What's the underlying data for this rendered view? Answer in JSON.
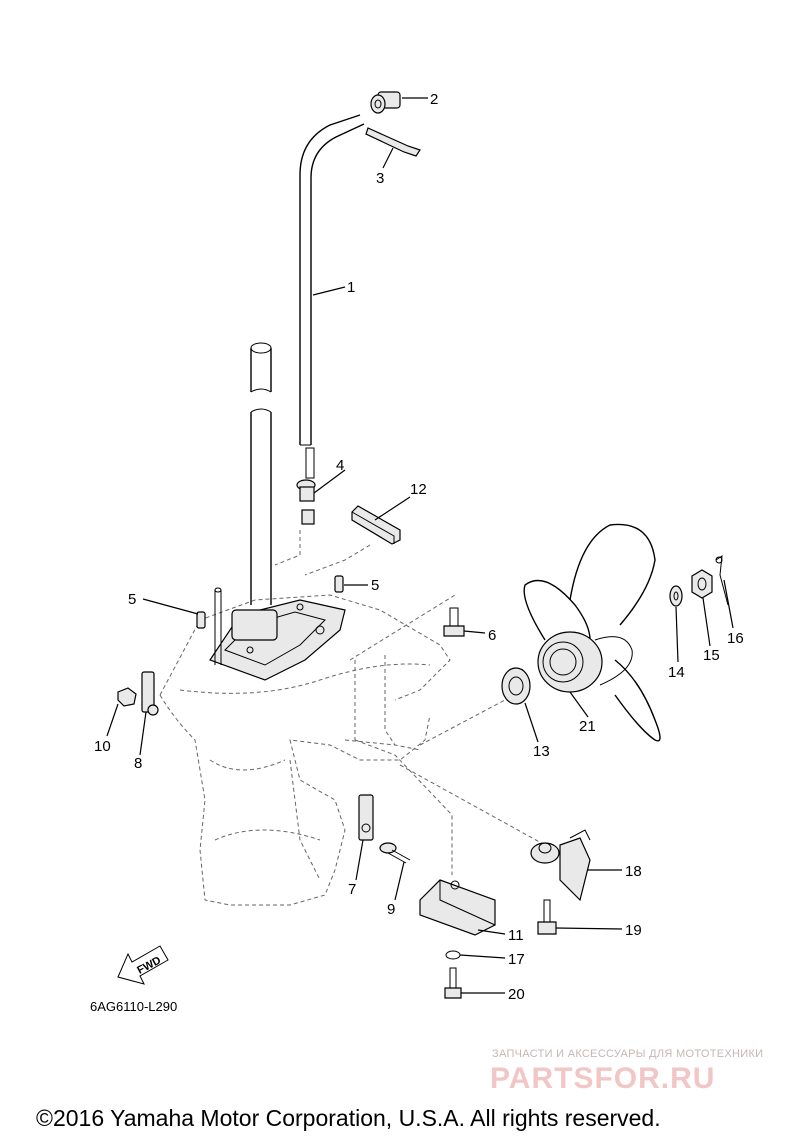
{
  "callouts": [
    {
      "id": "1",
      "label": "1"
    },
    {
      "id": "2",
      "label": "2"
    },
    {
      "id": "3",
      "label": "3"
    },
    {
      "id": "4",
      "label": "4"
    },
    {
      "id": "5a",
      "label": "5"
    },
    {
      "id": "5b",
      "label": "5"
    },
    {
      "id": "6",
      "label": "6"
    },
    {
      "id": "7",
      "label": "7"
    },
    {
      "id": "8",
      "label": "8"
    },
    {
      "id": "9",
      "label": "9"
    },
    {
      "id": "10",
      "label": "10"
    },
    {
      "id": "11",
      "label": "11"
    },
    {
      "id": "12",
      "label": "12"
    },
    {
      "id": "13",
      "label": "13"
    },
    {
      "id": "14",
      "label": "14"
    },
    {
      "id": "15",
      "label": "15"
    },
    {
      "id": "16",
      "label": "16"
    },
    {
      "id": "17",
      "label": "17"
    },
    {
      "id": "18",
      "label": "18"
    },
    {
      "id": "19",
      "label": "19"
    },
    {
      "id": "20",
      "label": "20"
    },
    {
      "id": "21",
      "label": "21"
    }
  ],
  "fwd_label": "FWD",
  "diagram_code": "6AG6110-L290",
  "watermark": {
    "tagline": "ЗАПЧАСТИ И АКСЕССУАРЫ ДЛЯ МОТОТЕХНИКИ",
    "brand": "PARTSFOR.RU"
  },
  "copyright": "©2016 Yamaha Motor Corporation, U.S.A. All rights reserved."
}
